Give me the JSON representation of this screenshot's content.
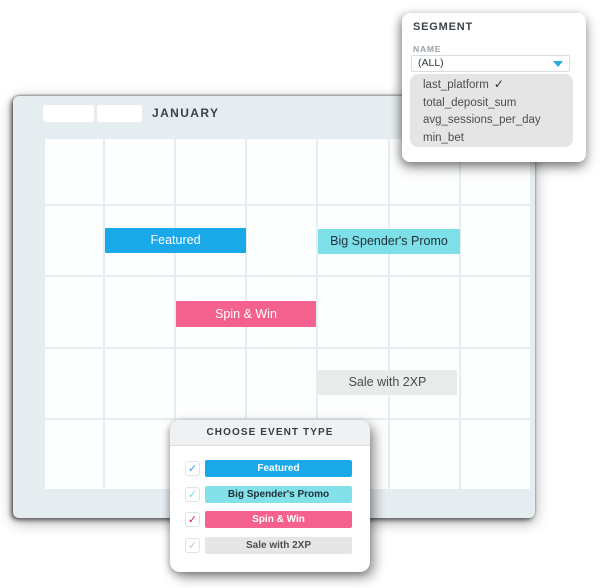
{
  "glyphs": {
    "check": "✓"
  },
  "colors": {
    "featured_blue": "#1aa9e8",
    "promo_cyan": "#7ddfe8",
    "spin_pink": "#f4618f",
    "sale_gray": "#e9eaea",
    "panel_bg": "#e6edf0",
    "caret_blue": "#2aabdf",
    "spin_check_pink": "#e7205e"
  },
  "calendar": {
    "month_label": "JANUARY",
    "events": [
      {
        "label": "Featured"
      },
      {
        "label": "Big Spender's Promo"
      },
      {
        "label": "Spin & Win"
      },
      {
        "label": "Sale with 2XP"
      }
    ],
    "grid": {
      "columns": 7,
      "rows": 5
    }
  },
  "segment_panel": {
    "title": "SEGMENT",
    "name_label": "NAME",
    "selected_value": "(ALL)",
    "options": [
      {
        "label": "last_platform",
        "checked": true
      },
      {
        "label": "total_deposit_sum",
        "checked": false
      },
      {
        "label": "avg_sessions_per_day",
        "checked": false
      },
      {
        "label": "min_bet",
        "checked": false
      }
    ]
  },
  "event_type_panel": {
    "title": "CHOOSE EVENT TYPE",
    "items": [
      {
        "label": "Featured",
        "checked": true
      },
      {
        "label": "Big Spender's Promo",
        "checked": true
      },
      {
        "label": "Spin & Win",
        "checked": true
      },
      {
        "label": "Sale with 2XP",
        "checked": true
      }
    ]
  }
}
